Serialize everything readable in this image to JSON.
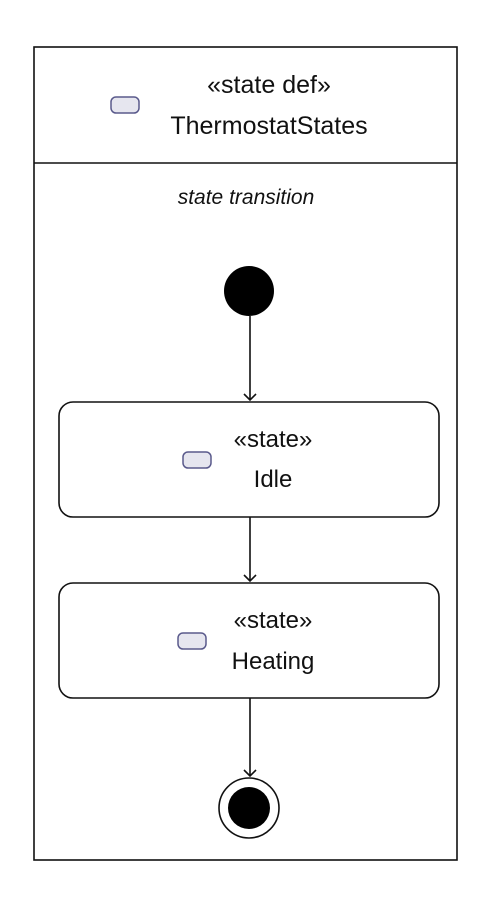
{
  "definition": {
    "stereotype": "«state def»",
    "name": "ThermostatStates",
    "compartment_label": "state transition",
    "icon": "state-icon"
  },
  "states": [
    {
      "stereotype": "«state»",
      "name": "Idle",
      "icon": "state-icon"
    },
    {
      "stereotype": "«state»",
      "name": "Heating",
      "icon": "state-icon"
    }
  ],
  "nodes": {
    "initial": "initial-node",
    "final": "final-node"
  },
  "colors": {
    "stroke": "#111111",
    "icon_fill": "#e6e6ef",
    "icon_stroke": "#5a5a8c",
    "node_fill": "#000000"
  }
}
